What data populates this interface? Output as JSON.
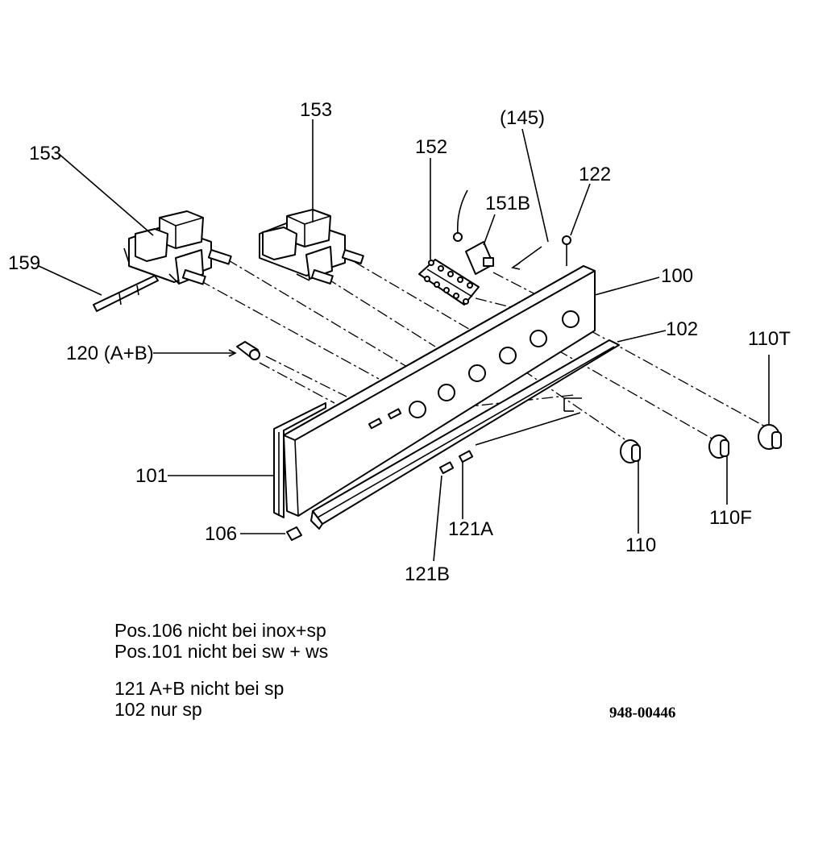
{
  "labels": {
    "p153_left": "153",
    "p153_mid": "153",
    "p145": "(145)",
    "p152": "152",
    "p122": "122",
    "p151b": "151B",
    "p159": "159",
    "p100": "100",
    "p102": "102",
    "p110t": "110T",
    "p120ab": "120 (A+B)",
    "p101": "101",
    "p106": "106",
    "p121a": "121A",
    "p121b": "121B",
    "p110": "110",
    "p110f": "110F"
  },
  "notes": [
    "Pos.106 nicht bei inox+sp",
    "Pos.101 nicht bei sw + ws",
    "121 A+B nicht bei sp",
    "102 nur sp"
  ],
  "drawing_number": "948-00446"
}
